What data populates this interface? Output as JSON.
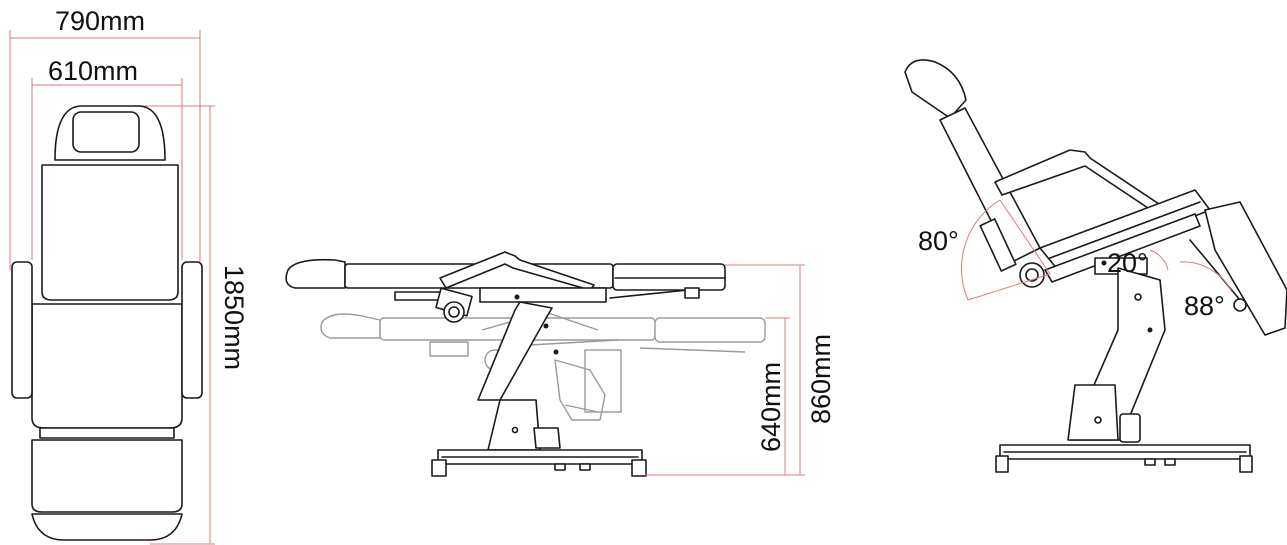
{
  "diagram": {
    "top_view": {
      "overall_width_label": "790mm",
      "seat_width_label": "610mm",
      "length_label": "1850mm"
    },
    "side_view": {
      "min_height_label": "640mm",
      "max_height_label": "860mm"
    },
    "tilt_view": {
      "backrest_angle_label": "80°",
      "seat_angle_label": "20°",
      "leg_angle_label": "88°"
    },
    "colors": {
      "outline": "#1a1a1a",
      "ghost_outline": "#9a9a9a",
      "dimension_line": "#e07878"
    }
  }
}
